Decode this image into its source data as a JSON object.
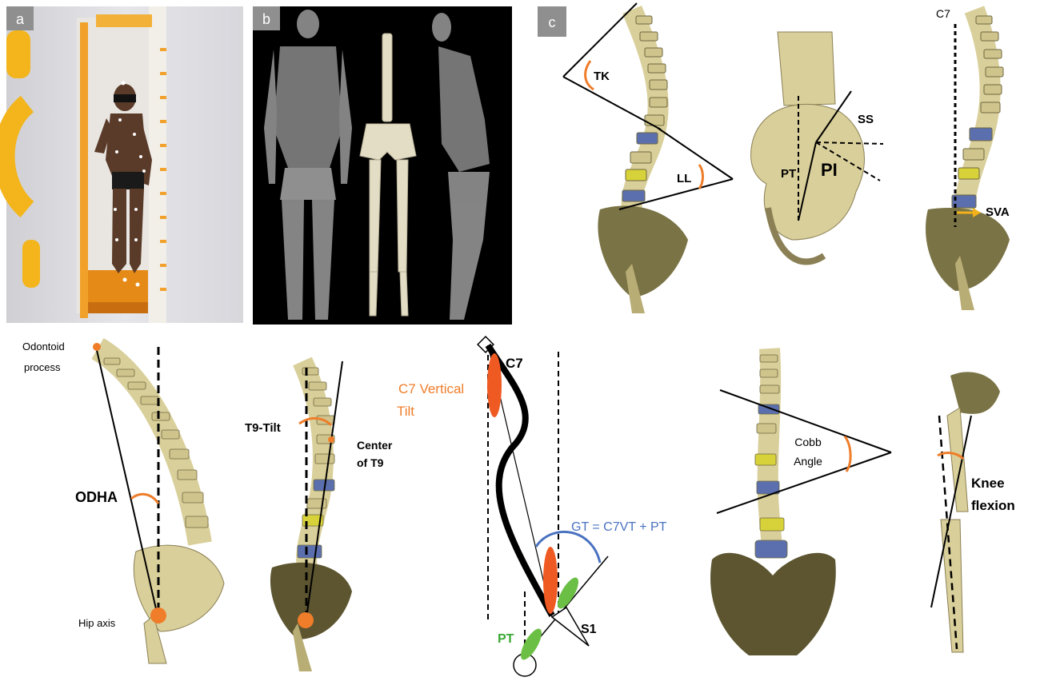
{
  "colors": {
    "bone": "#d9cf9a",
    "bone_dark": "#8a7f55",
    "pelvis_dark": "#5c5530",
    "orange": "#ef7d2a",
    "blue_vertebra": "#5b6fae",
    "yellow_vertebra": "#d8d23a",
    "green": "#6cbf45",
    "gt_blue": "#4a72c0",
    "panel_tag_bg": "#8f8f8f",
    "xray_bg": "#000000"
  },
  "panel_tags": {
    "a": "a",
    "b": "b",
    "c": "c"
  },
  "labels": {
    "tk": "TK",
    "ll": "LL",
    "ss": "SS",
    "pt": "PT",
    "pi": "PI",
    "c7_top": "C7",
    "sva": "SVA",
    "odontoid_1": "Odontoid",
    "odontoid_2": "process",
    "hip_axis": "Hip axis",
    "odha": "ODHA",
    "t9_tilt": "T9-Tilt",
    "center_t9_1": "Center",
    "center_t9_2": "of T9",
    "c7_diagram": "C7",
    "c7vt_1": "C7 Vertical",
    "c7vt_2": "Tilt",
    "gt": "GT = C7VT + PT",
    "pt_green": "PT",
    "s1": "S1",
    "cobb_1": "Cobb",
    "cobb_2": "Angle",
    "knee_1": "Knee",
    "knee_2": "flexion"
  }
}
